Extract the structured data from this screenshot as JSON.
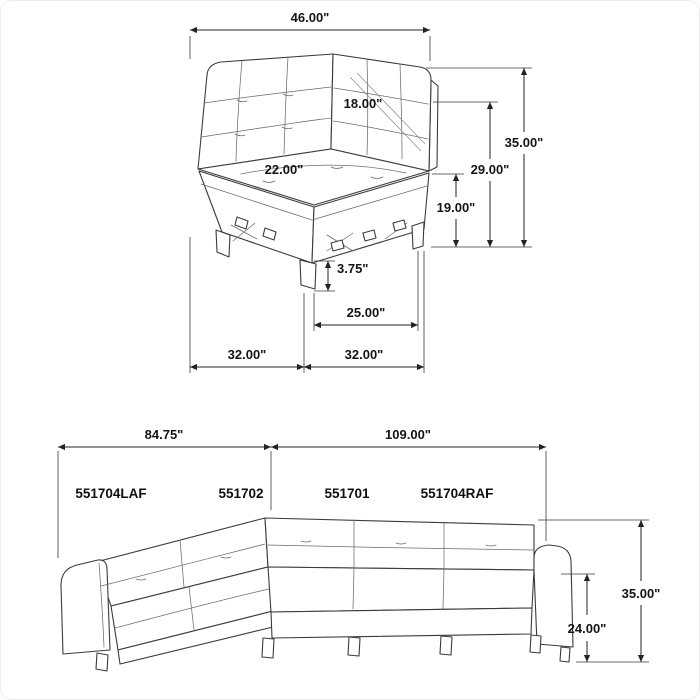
{
  "colors": {
    "line": "#3b3b3b",
    "dimension": "#232323",
    "text": "#141414"
  },
  "corner_diagram": {
    "dims": {
      "overall_width": "46.00\"",
      "overall_height": "35.00\"",
      "back_height": "29.00\"",
      "seat_height": "19.00\"",
      "back_cushion_height": "18.00\"",
      "seat_depth": "22.00\"",
      "leg_height": "3.75\"",
      "front_base_width": "25.00\"",
      "left_section_width": "32.00\"",
      "right_section_width": "32.00\""
    }
  },
  "sectional_diagram": {
    "dims": {
      "left_width": "84.75\"",
      "right_width": "109.00\"",
      "overall_height": "35.00\"",
      "arm_height": "24.00\""
    },
    "parts": [
      "551704LAF",
      "551702",
      "551701",
      "551704RAF"
    ]
  }
}
